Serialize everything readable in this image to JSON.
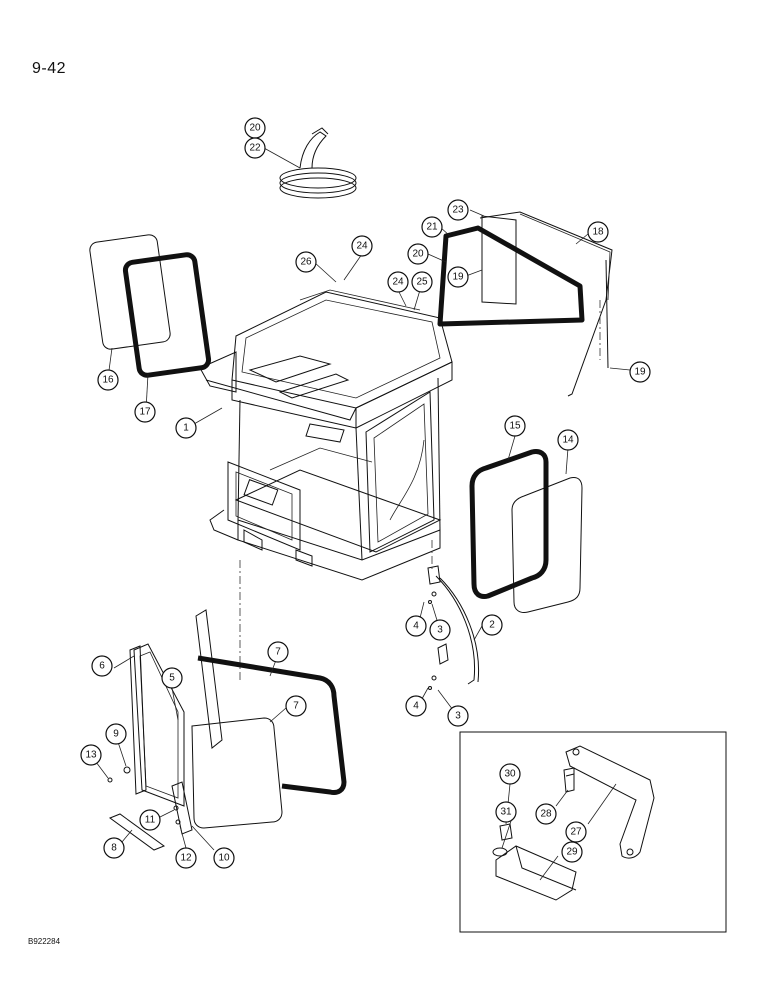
{
  "page_number": "9-42",
  "figure_code": "B922284",
  "callouts": [
    "20",
    "22",
    "23",
    "21",
    "18",
    "20",
    "19",
    "26",
    "24",
    "24",
    "25",
    "19",
    "16",
    "17",
    "1",
    "15",
    "14",
    "2",
    "4",
    "3",
    "4",
    "3",
    "7",
    "6",
    "5",
    "7",
    "9",
    "13",
    "11",
    "8",
    "12",
    "10",
    "30",
    "28",
    "27",
    "31",
    "29"
  ]
}
